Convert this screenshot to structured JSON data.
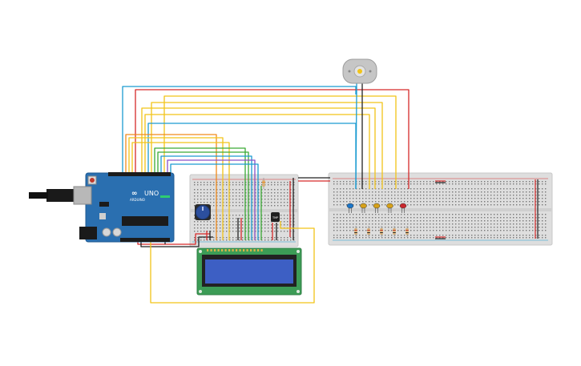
{
  "arduino": {
    "brand": "ARDUINO",
    "model": "UNO",
    "mark": "∞"
  },
  "sensor": {
    "label": "TMP"
  },
  "colors": {
    "wire_blue": "#1b9bd1",
    "wire_red": "#d62a2a",
    "wire_yellow": "#f2c418",
    "wire_green": "#3aaa35",
    "wire_orange": "#f08a1c",
    "wire_purple": "#8a4fc6",
    "wire_black": "#222222",
    "board_blue": "#2a6fb0",
    "lcd_pcb": "#3c9c56",
    "lcd_screen": "#3d5fc4",
    "breadboard": "#dedede"
  },
  "leds": [
    "blue",
    "yellow",
    "yellow",
    "yellow",
    "red"
  ]
}
